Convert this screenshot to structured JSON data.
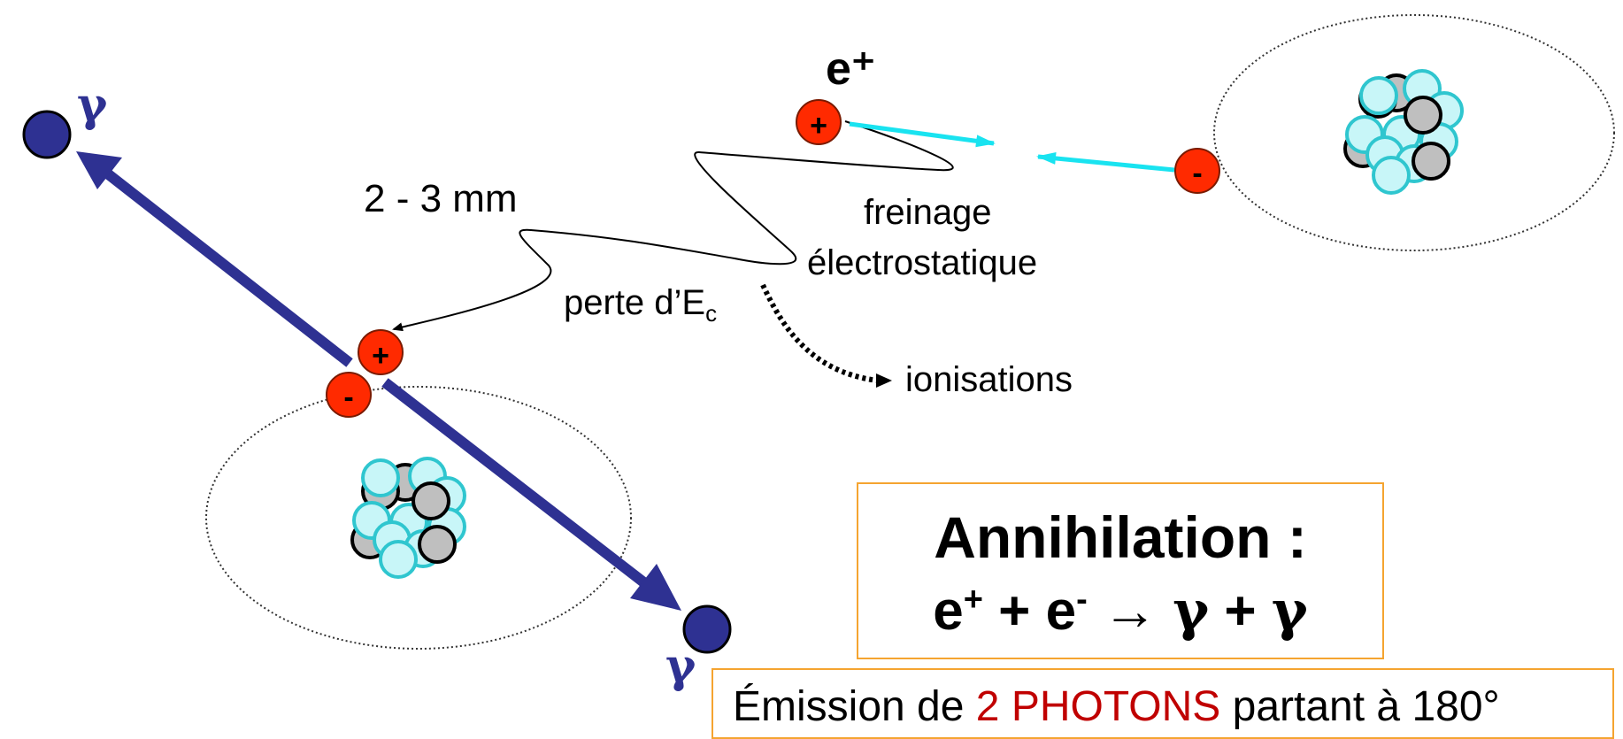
{
  "labels": {
    "positron": "e⁺",
    "gamma_symbol": "γ",
    "distance": "2 - 3 mm",
    "freinage": "freinage",
    "electrostatique": "électrostatique",
    "perte_prefix": "perte d’E",
    "perte_sub": "c",
    "ionisations": "ionisations",
    "plus_sign": "+",
    "minus_sign": "-"
  },
  "annihilation": {
    "title": "Annihilation :",
    "eq_e1": "e",
    "eq_sup1": "+",
    "eq_plus": " + ",
    "eq_e2": "e",
    "eq_sup2": "-",
    "eq_arrow": " → ",
    "eq_g1": "γ",
    "eq_plus2": " +  ",
    "eq_g2": "γ"
  },
  "emission": {
    "prefix": "Émission de ",
    "highlight": "2 PHOTONS",
    "suffix": " partant à 180°"
  },
  "colors": {
    "photon": "#2e3192",
    "positron": "#ff2a00",
    "electron_arrow": "#19e3f0",
    "nucleon_cyan": "#c8f6f8",
    "nucleon_gray": "#bfbfbf",
    "box_border": "#f5a430",
    "highlight_text": "#c00000"
  }
}
